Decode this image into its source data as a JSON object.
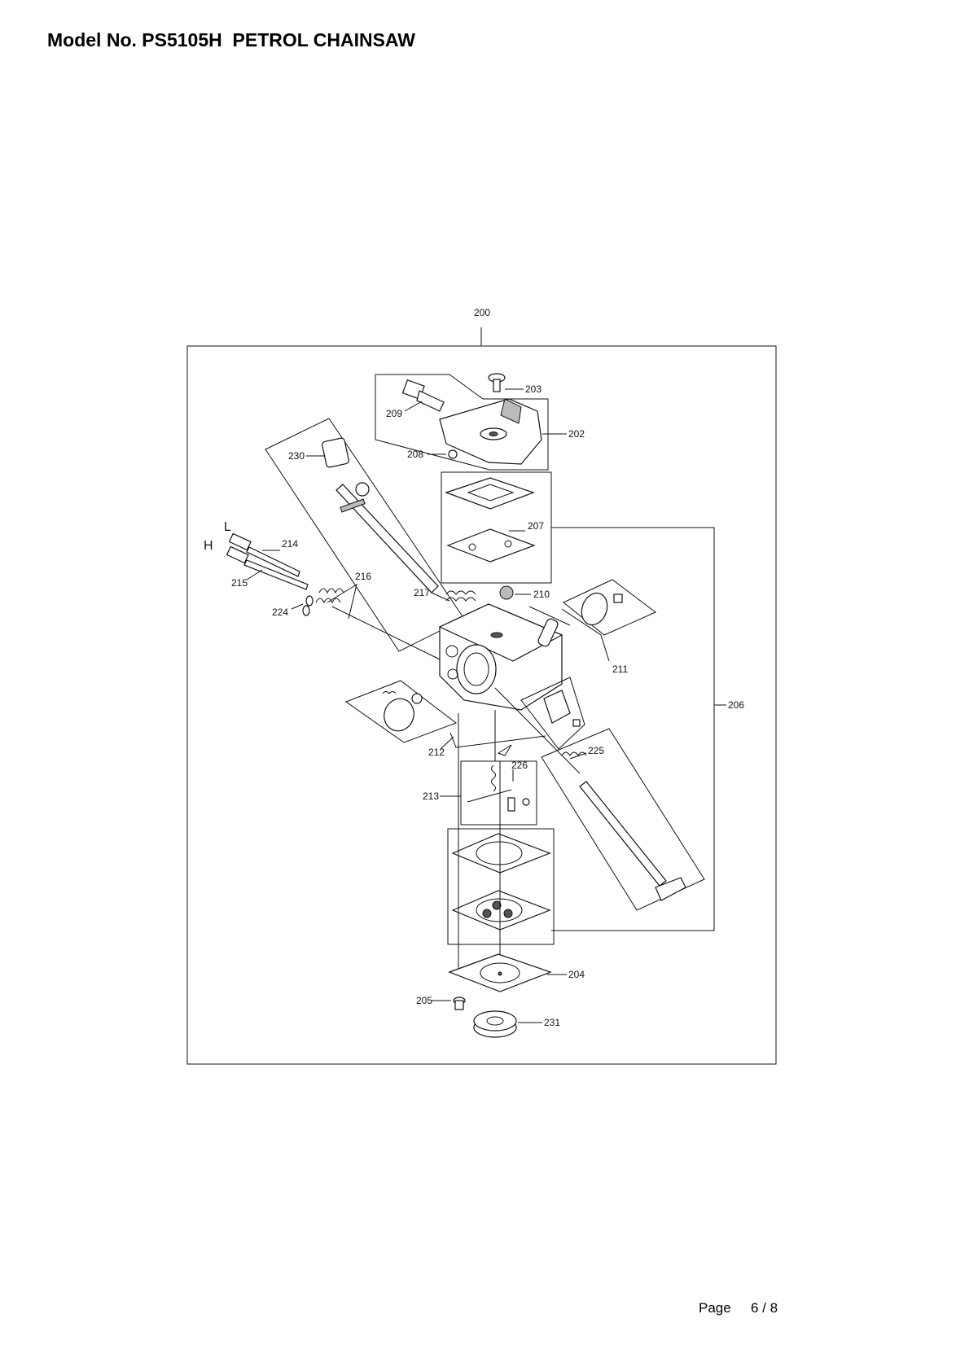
{
  "header": {
    "title": "Model No. PS5105H  PETROL CHAINSAW"
  },
  "footer": {
    "page_label": "Page",
    "page_number": "6 / 8"
  },
  "diagram": {
    "assembly_label": "200",
    "adjuster_labels": {
      "low": "L",
      "high": "H"
    },
    "callouts": [
      "202",
      "203",
      "204",
      "205",
      "206",
      "207",
      "208",
      "209",
      "210",
      "211",
      "212",
      "213",
      "214",
      "215",
      "216",
      "217",
      "224",
      "225",
      "226",
      "230",
      "231"
    ]
  }
}
